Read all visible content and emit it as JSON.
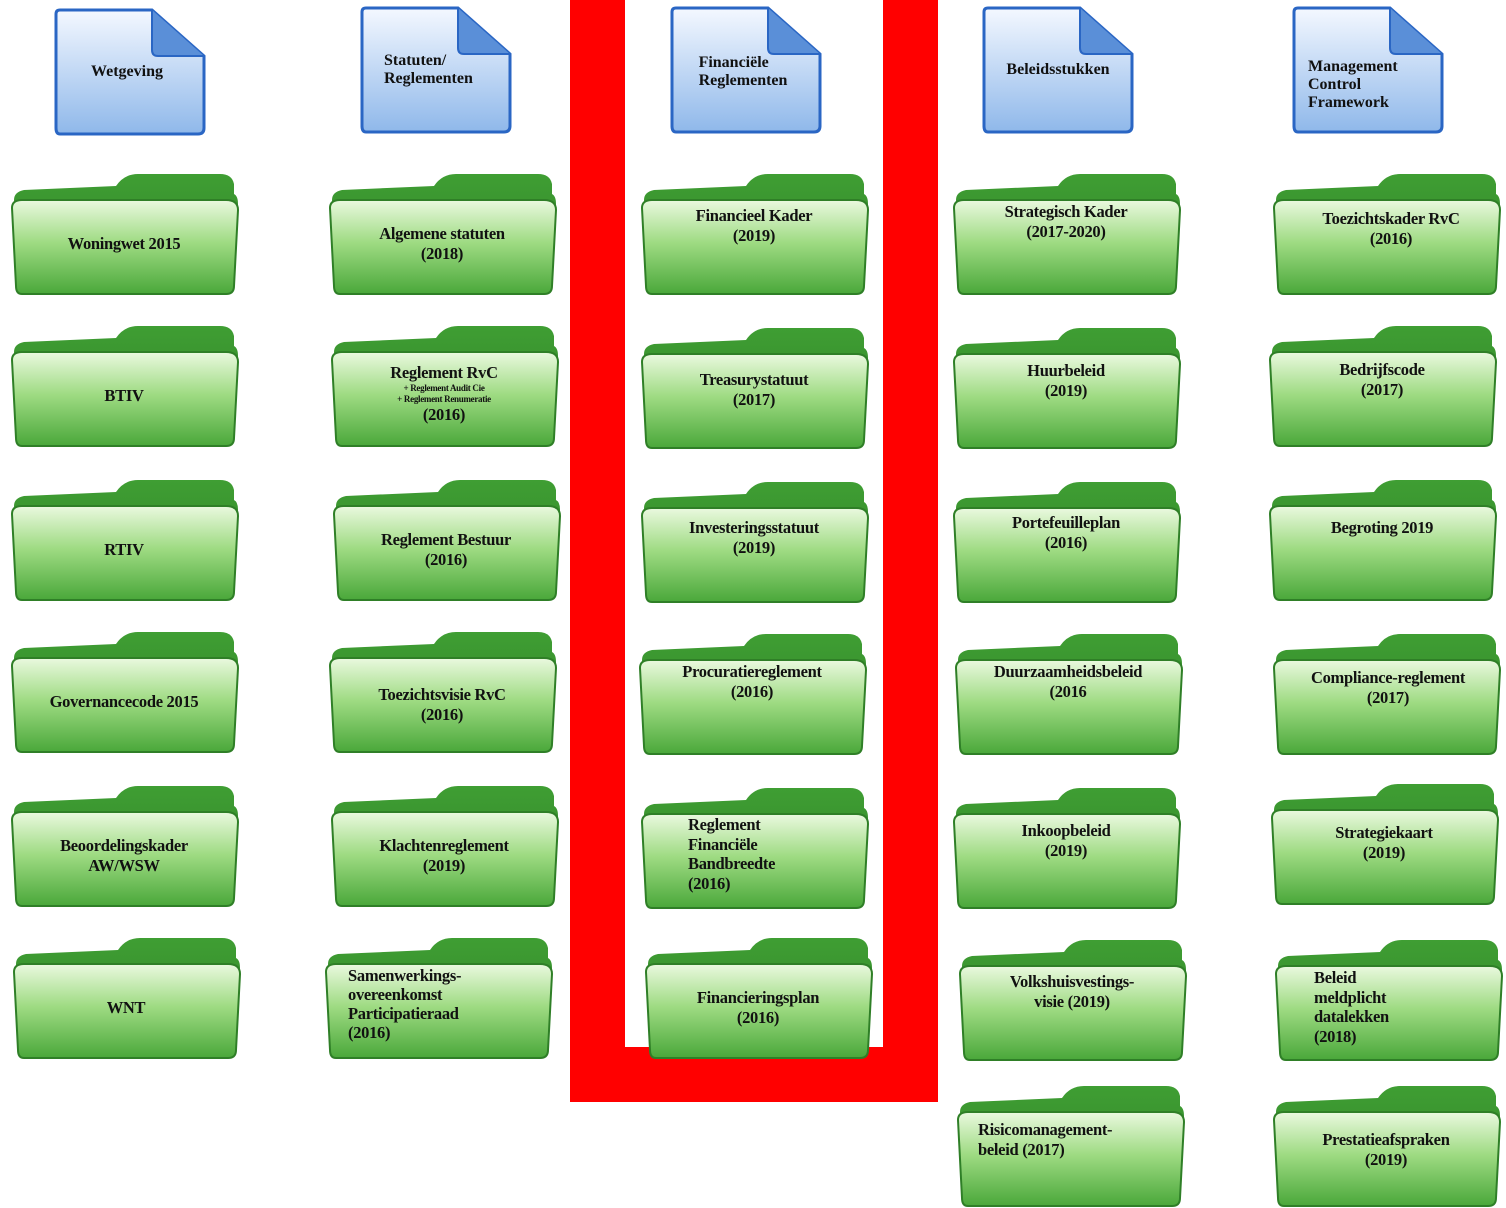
{
  "columns": [
    {
      "header": "Wetgeving",
      "folders": [
        {
          "label": "Woningwet 2015"
        },
        {
          "label": "BTIV"
        },
        {
          "label": "RTIV"
        },
        {
          "label": "Governancecode 2015"
        },
        {
          "label": "Beoordelingskader\nAW/WSW"
        },
        {
          "label": "WNT"
        }
      ]
    },
    {
      "header": "Statuten/\nReglementen",
      "folders": [
        {
          "label": "Algemene statuten\n(2018)"
        },
        {
          "label": "Reglement RvC",
          "sub1": "+ Reglement  Audit  Cie",
          "sub2": "+ Reglement  Renumeratie",
          "year": "(2016)"
        },
        {
          "label": "Reglement Bestuur\n(2016)"
        },
        {
          "label": "Toezichtsvisie RvC\n(2016)"
        },
        {
          "label": "Klachtenreglement\n(2019)"
        },
        {
          "label": "Samenwerkings-\novereenkomst\nParticipatieraad\n(2016)"
        }
      ]
    },
    {
      "header": "Financiële\nReglementen",
      "folders": [
        {
          "label": "Financieel Kader\n(2019)"
        },
        {
          "label": "Treasurystatuut\n(2017)"
        },
        {
          "label": "Investeringsstatuut\n(2019)"
        },
        {
          "label": "Procuratiereglement\n(2016)"
        },
        {
          "label": "Reglement\nFinanciële\nBandbreedte\n(2016)"
        },
        {
          "label": "Financieringsplan\n(2016)"
        }
      ]
    },
    {
      "header": "Beleidsstukken",
      "folders": [
        {
          "label": "Strategisch Kader\n(2017-2020)"
        },
        {
          "label": "Huurbeleid\n(2019)"
        },
        {
          "label": "Portefeuilleplan\n(2016)"
        },
        {
          "label": "Duurzaamheidsbeleid\n(2016"
        },
        {
          "label": "Inkoopbeleid\n(2019)"
        },
        {
          "label": "Volkshuisvestings-\nvisie (2019)"
        },
        {
          "label": "Risicomanagement-\nbeleid (2017)"
        }
      ]
    },
    {
      "header": "Management\nControl\nFramework",
      "folders": [
        {
          "label": "Toezichtskader RvC\n(2016)"
        },
        {
          "label": "Bedrijfscode\n(2017)"
        },
        {
          "label": "Begroting 2019"
        },
        {
          "label": "Compliance-reglement\n(2017)"
        },
        {
          "label": "Strategiekaart\n(2019)"
        },
        {
          "label": "Beleid\nmeldplicht\ndatalekken\n(2018)"
        },
        {
          "label": "Prestatieafspraken\n(2019)"
        }
      ]
    }
  ],
  "colors": {
    "highlight": "#ff0000",
    "folder_green": "#5fbf4f",
    "doc_blue": "#9cc3ee"
  }
}
